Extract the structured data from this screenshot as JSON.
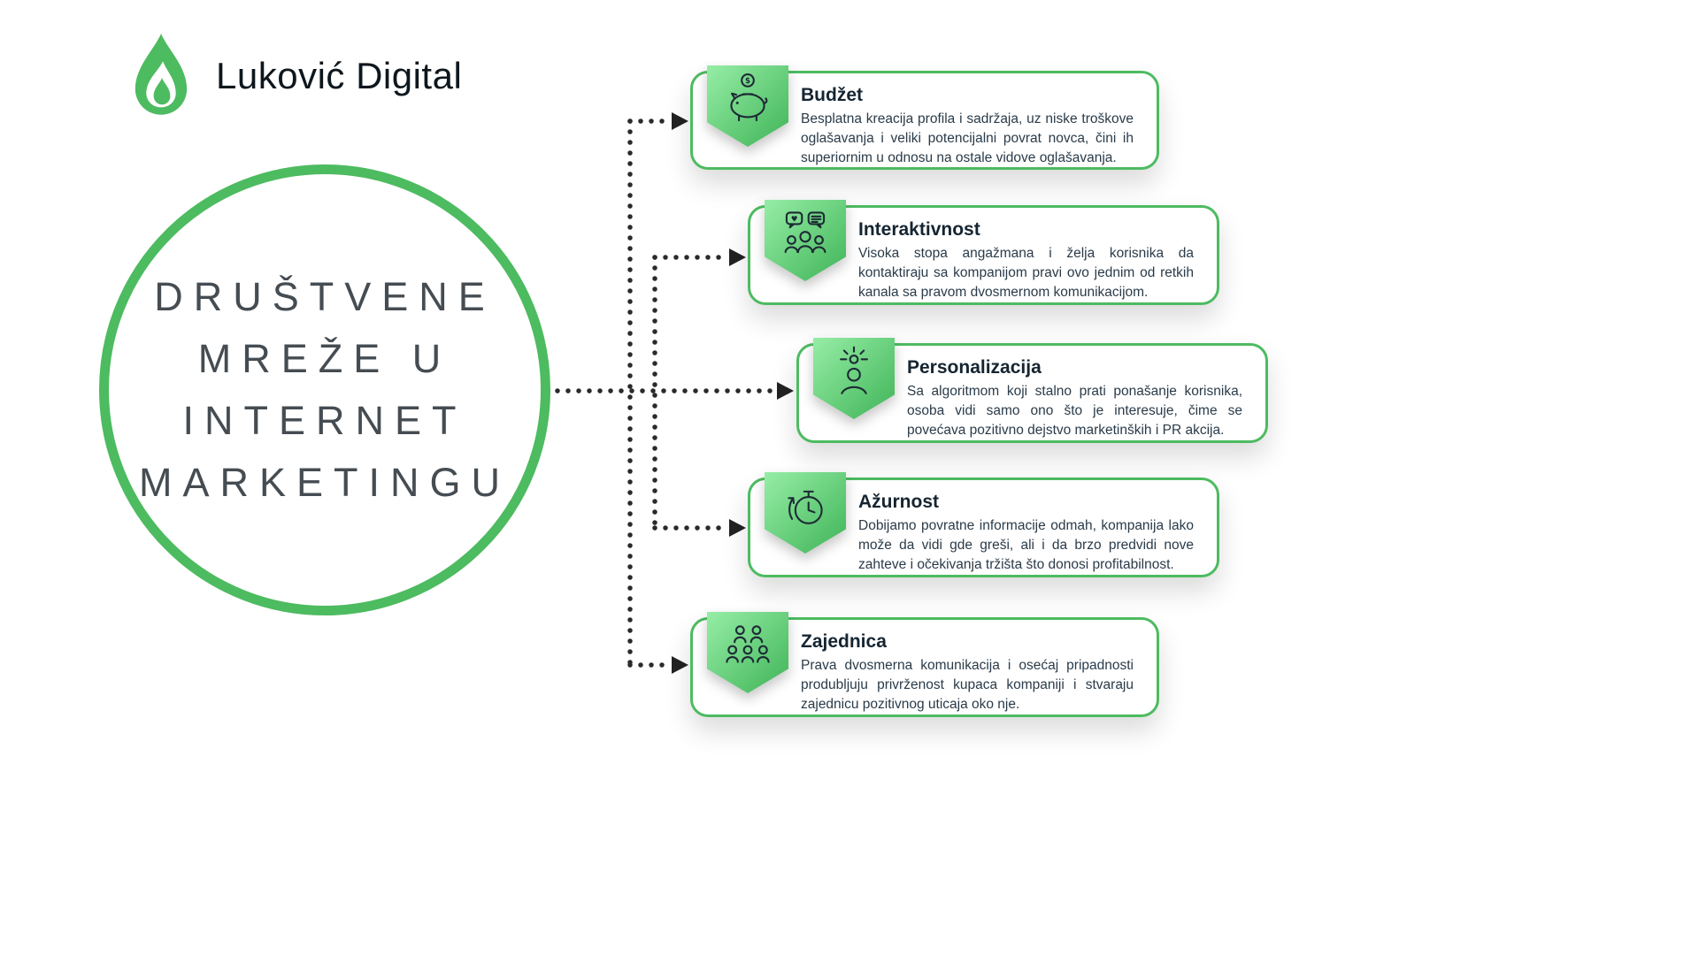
{
  "brand": {
    "name": "Luković Digital",
    "logo_icon": "flame-icon"
  },
  "center": {
    "title_lines": [
      "DRUŠTVENE",
      "MREŽE U",
      "INTERNET",
      "MARKETINGU"
    ]
  },
  "colors": {
    "green": "#4dbb60",
    "green_light": "#96eda6",
    "green_dark": "#3fb457",
    "text_dark": "#152531",
    "text_body": "#2a3b49",
    "circle_text": "#454c52",
    "connector": "#2a2a2a"
  },
  "cards": [
    {
      "title": "Budžet",
      "icon": "piggy-bank-icon",
      "description": "Besplatna kreacija profila i sadržaja, uz niske troškove oglašavanja i veliki potencijalni povrat novca, čini ih superiornim u odnosu na ostale vidove oglašavanja."
    },
    {
      "title": "Interaktivnost",
      "icon": "engagement-chat-icon",
      "description": "Visoka stopa angažmana i želja korisnika da kontaktiraju sa kompanijom pravi ovo jednim od retkih kanala sa pravom dvosmernom komunikacijom."
    },
    {
      "title": "Personalizacija",
      "icon": "person-rays-icon",
      "description": "Sa algoritmom koji stalno prati ponašanje korisnika, osoba vidi samo ono što je interesuje, čime se povećava pozitivno dejstvo marketinških i PR akcija."
    },
    {
      "title": "Ažurnost",
      "icon": "stopwatch-icon",
      "description": "Dobijamo povratne informacije odmah, kompanija lako može da vidi gde greši, ali i da brzo predvidi nove zahteve i očekivanja tržišta što donosi profitabilnost."
    },
    {
      "title": "Zajednica",
      "icon": "community-icon",
      "description": "Prava dvosmerna komunikacija i osećaj pripadnosti produbljuju privrženost kupaca kompaniji i stvaraju zajednicu pozitivnog uticaja oko nje."
    }
  ]
}
